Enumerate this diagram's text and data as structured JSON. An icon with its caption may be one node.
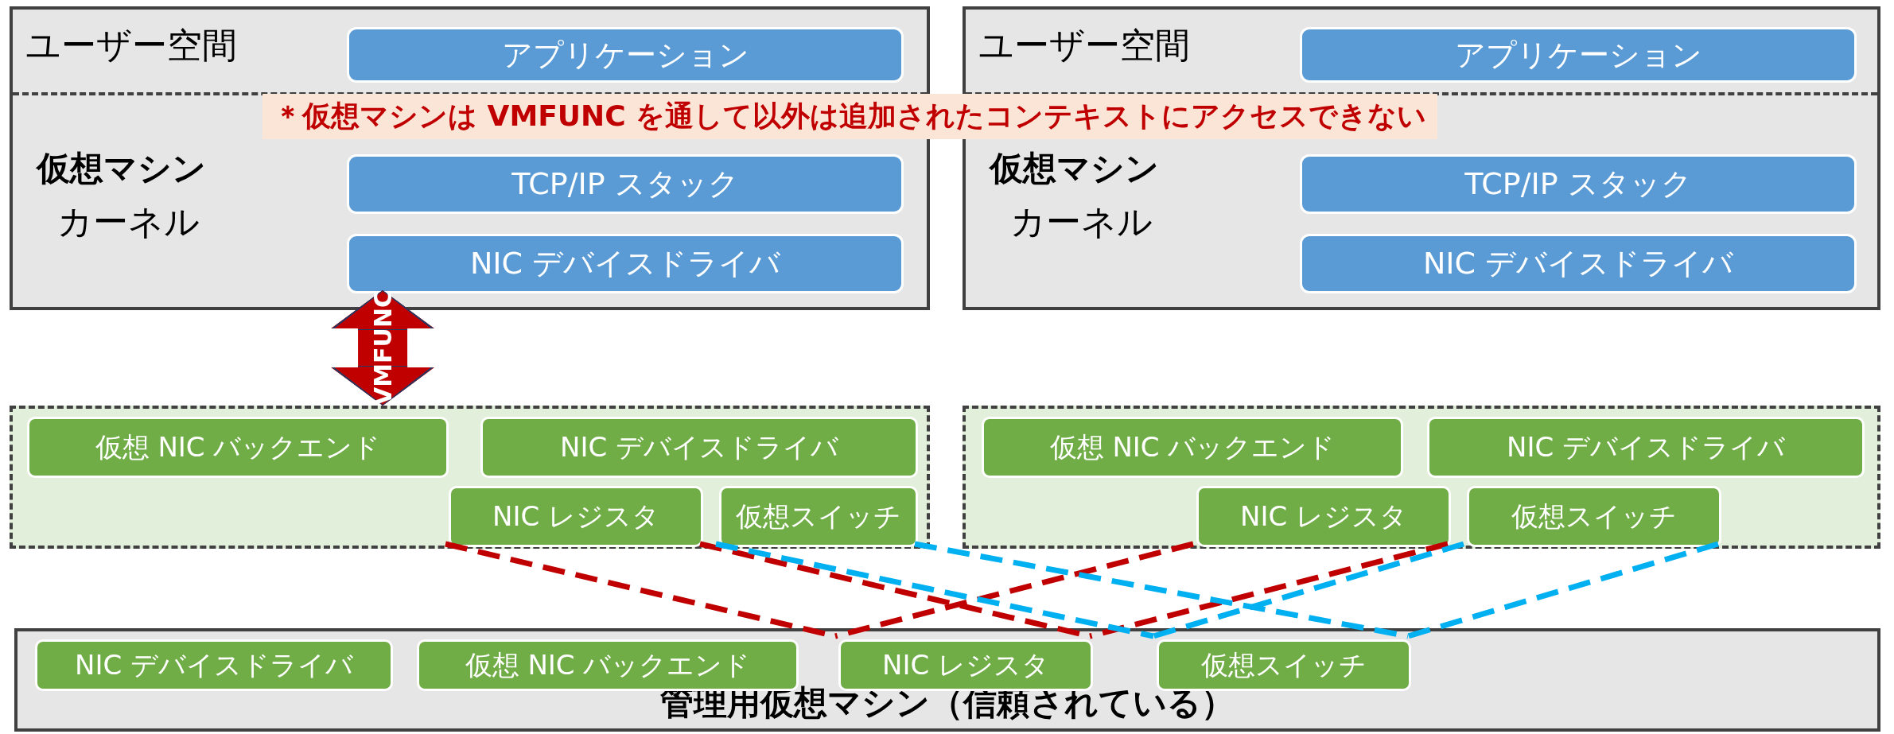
{
  "diagram": {
    "nodes": [
      {
        "text": [
          "仮想マシン"
        ]
      },
      {
        "text": [
          "アプリケーション"
        ],
        "in": 0
      },
      {
        "text": [
          "TCP/IP スタック"
        ],
        "in": 0
      },
      {
        "text": [
          "NIC デバイスドライバ"
        ],
        "in": 0
      },
      {
        "text": [],
        "shape": "box"
      },
      {
        "text": [
          "仮想 NIC バックエンド"
        ],
        "in": 4
      },
      {
        "text": [
          "NIC レジスタ"
        ],
        "in": 4
      },
      {
        "text": [
          "NIC デバイスドライバ"
        ],
        "in": 4
      },
      {
        "text": [
          "仮想スイッチ"
        ],
        "in": 4
      },
      {
        "text": [
          "仮想マシン"
        ]
      },
      {
        "text": [
          "アプリケーション"
        ],
        "in": 9
      },
      {
        "text": [
          "TCP/IP スタック"
        ],
        "in": 9
      },
      {
        "text": [
          "NIC デバイスドライバ"
        ],
        "in": 9
      },
      {
        "text": [],
        "shape": "box"
      },
      {
        "text": [
          "仮想 NIC バックエンド"
        ],
        "in": 13
      },
      {
        "text": [
          "NIC レジスタ"
        ],
        "in": 13
      },
      {
        "text": [
          "NIC デバイスドライバ"
        ],
        "in": 13
      },
      {
        "text": [
          "仮想スイッチ"
        ],
        "in": 13
      },
      {
        "text": [
          "管理用仮想マシン（信頼されている）"
        ]
      },
      {
        "text": [
          "NIC デバイスドライバ"
        ],
        "in": 18
      },
      {
        "text": [
          "仮想 NIC バックエンド"
        ],
        "in": 18
      },
      {
        "text": [
          "NIC レジスタ"
        ],
        "in": 18
      },
      {
        "text": [
          "仮想スイッチ"
        ],
        "in": 18
      }
    ],
    "edges": [
      {
        "from": 3,
        "to": 4,
        "arrow": "both",
        "label": "VMFUNC",
        "style": "thick",
        "color": "#c00000"
      },
      {
        "from": 6,
        "to": 21,
        "arrow": "none",
        "style": "dashed",
        "color": "#c00000"
      },
      {
        "from": 6,
        "to": 21,
        "arrow": "none",
        "style": "dashed",
        "color": "#c00000"
      },
      {
        "from": 15,
        "to": 21,
        "arrow": "none",
        "style": "dashed",
        "color": "#c00000"
      },
      {
        "from": 15,
        "to": 21,
        "arrow": "none",
        "style": "dashed",
        "color": "#c00000"
      },
      {
        "from": 8,
        "to": 22,
        "arrow": "none",
        "style": "dashed",
        "color": "#00b0f0"
      },
      {
        "from": 8,
        "to": 22,
        "arrow": "none",
        "style": "dashed",
        "color": "#00b0f0"
      },
      {
        "from": 17,
        "to": 22,
        "arrow": "none",
        "style": "dashed",
        "color": "#00b0f0"
      },
      {
        "from": 17,
        "to": 22,
        "arrow": "none",
        "style": "dashed",
        "color": "#00b0f0"
      }
    ],
    "labels": [
      "ユーザー空間",
      "カーネル",
      "ユーザー空間",
      "カーネル",
      "＊仮想マシンは VMFUNC を通して以外は追加されたコンテキストにアクセスできない"
    ]
  }
}
